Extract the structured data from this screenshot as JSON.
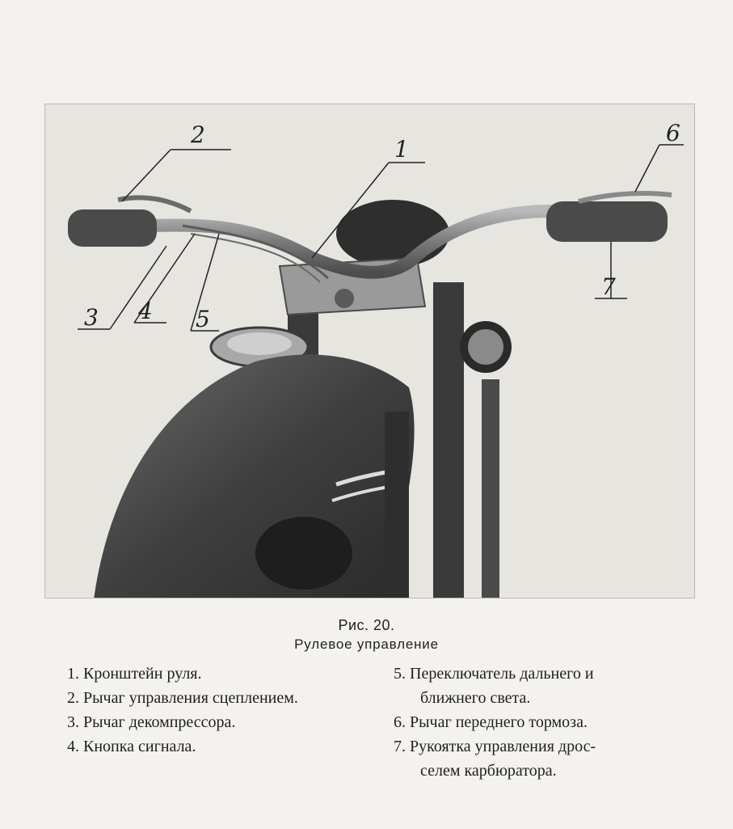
{
  "figure": {
    "callouts": [
      "1",
      "2",
      "3",
      "4",
      "5",
      "6",
      "7"
    ],
    "caption_number": "Рис. 20.",
    "caption_title": "Рулевое управление"
  },
  "legend": {
    "left": [
      "1. Кронштейн руля.",
      "2. Рычаг управления сцеплением.",
      "3. Рычаг декомпрессора.",
      "4. Кнопка сигнала."
    ],
    "right": [
      "5. Переключатель дальнего и",
      "ближнего света.",
      "6. Рычаг переднего тормоза.",
      "7. Рукоятка управления дрос-",
      "селем карбюратора."
    ]
  },
  "colors": {
    "paper": "#f4f2ee",
    "photo_bg": "#e9e7e2",
    "ink": "#1b1b1b"
  }
}
